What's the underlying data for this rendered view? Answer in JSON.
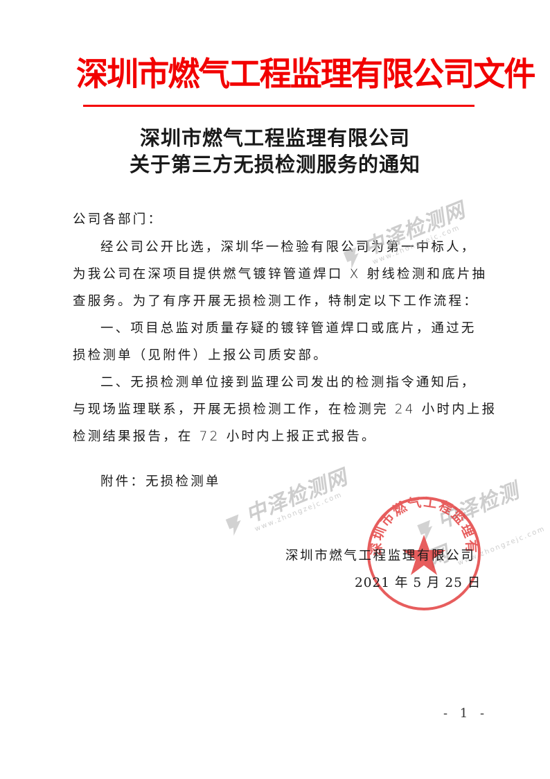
{
  "header": {
    "masthead": "深圳市燃气工程监理有限公司文件",
    "masthead_color": "#f20000"
  },
  "title": {
    "line1": "深圳市燃气工程监理有限公司",
    "line2": "关于第三方无损检测服务的通知"
  },
  "body": {
    "salutation": "公司各部门：",
    "lines": [
      "经公司公开比选，深圳华一检验有限公司为第一中标人，",
      "为我公司在深项目提供燃气镀锌管道焊口 X 射线检测和底片抽",
      "查服务。为了有序开展无损检测工作，特制定以下工作流程：",
      "一、项目总监对质量存疑的镀锌管道焊口或底片，通过无",
      "损检测单（见附件）上报公司质安部。",
      "二、无损检测单位接到监理公司发出的检测指令通知后，",
      "与现场监理联系，开展无损检测工作，在检测完 24 小时内上报",
      "检测结果报告，在 72 小时内上报正式报告。"
    ],
    "attachment": "附件：无损检测单"
  },
  "signature": {
    "company": "深圳市燃气工程监理有限公司",
    "date": "2021 年 5 月 25 日"
  },
  "seal": {
    "text": "深圳市燃气工程监理有限公司",
    "color": "#e23a3a"
  },
  "watermark": {
    "brand": "中泽检测网",
    "url": "www.zhongzejc.com"
  },
  "footer": {
    "page_number": "- 1 -"
  }
}
